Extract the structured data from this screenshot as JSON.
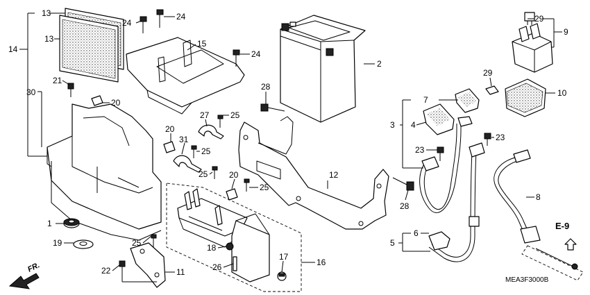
{
  "diagram": {
    "callouts": [
      {
        "id": "c13a",
        "label": "13"
      },
      {
        "id": "c14",
        "label": "14"
      },
      {
        "id": "c13b",
        "label": "13"
      },
      {
        "id": "c30",
        "label": "30"
      },
      {
        "id": "c21",
        "label": "21"
      },
      {
        "id": "c20a",
        "label": "20"
      },
      {
        "id": "c24a",
        "label": "24"
      },
      {
        "id": "c24b",
        "label": "24"
      },
      {
        "id": "c15",
        "label": "15"
      },
      {
        "id": "c24c",
        "label": "24"
      },
      {
        "id": "c2",
        "label": "2"
      },
      {
        "id": "c28a",
        "label": "28"
      },
      {
        "id": "c27",
        "label": "27"
      },
      {
        "id": "c25a",
        "label": "25"
      },
      {
        "id": "c20b",
        "label": "20"
      },
      {
        "id": "c31",
        "label": "31"
      },
      {
        "id": "c25b",
        "label": "25"
      },
      {
        "id": "c25c",
        "label": "25"
      },
      {
        "id": "c20c",
        "label": "20"
      },
      {
        "id": "c25d",
        "label": "25"
      },
      {
        "id": "c12",
        "label": "12"
      },
      {
        "id": "c28b",
        "label": "28"
      },
      {
        "id": "c29a",
        "label": "29"
      },
      {
        "id": "c9",
        "label": "9"
      },
      {
        "id": "c29b",
        "label": "29"
      },
      {
        "id": "c10",
        "label": "10"
      },
      {
        "id": "c7",
        "label": "7"
      },
      {
        "id": "c3",
        "label": "3"
      },
      {
        "id": "c4",
        "label": "4"
      },
      {
        "id": "c23a",
        "label": "23"
      },
      {
        "id": "c23b",
        "label": "23"
      },
      {
        "id": "c8",
        "label": "8"
      },
      {
        "id": "c1",
        "label": "1"
      },
      {
        "id": "c19",
        "label": "19"
      },
      {
        "id": "c25e",
        "label": "25"
      },
      {
        "id": "c22",
        "label": "22"
      },
      {
        "id": "c11",
        "label": "11"
      },
      {
        "id": "c18",
        "label": "18"
      },
      {
        "id": "c26",
        "label": "26"
      },
      {
        "id": "c17",
        "label": "17"
      },
      {
        "id": "c16",
        "label": "16"
      },
      {
        "id": "c6",
        "label": "6"
      },
      {
        "id": "c5",
        "label": "5"
      }
    ],
    "section_ref": "E-9",
    "direction_label": "FR.",
    "diagram_code": "MEA3F3000B"
  }
}
